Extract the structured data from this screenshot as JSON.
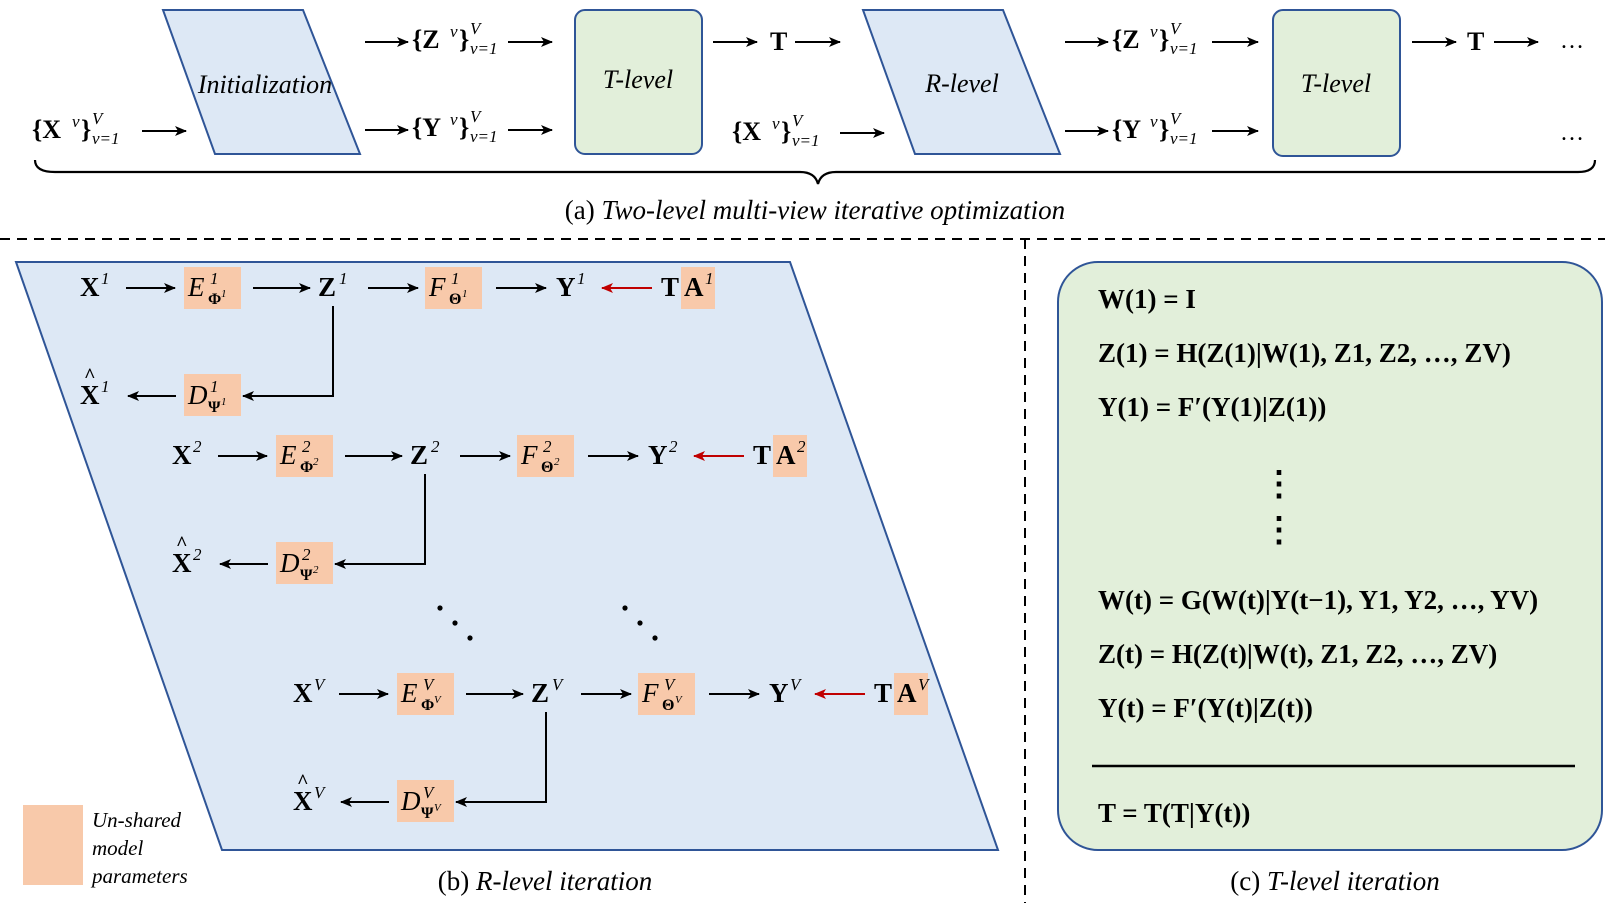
{
  "colors": {
    "blue_fill": "#dde8f5",
    "blue_stroke": "#2f5597",
    "green_fill": "#e2efda",
    "orange_fill": "#f8c9aa",
    "red_arrow": "#c00000"
  },
  "part_a": {
    "caption_prefix": "(a)",
    "caption": "Two-level multi-view iterative optimization",
    "init_label": "Initialization",
    "r_level_label": "R-level",
    "t_level_label": "T-level",
    "T_symbol": "T",
    "Z_set": "{Zv}V v=1",
    "Y_set": "{Yv}V v=1",
    "X_set": "{Xv}V v=1",
    "ellipsis": "…"
  },
  "part_b": {
    "caption_prefix": "(b)",
    "caption": "R-level iteration",
    "legend_lines": [
      "Un-shared",
      "model",
      "parameters"
    ],
    "view_sups": [
      "1",
      "2",
      "V"
    ],
    "enc_symbol": "E",
    "dec_symbol": "D",
    "f_symbol": "F",
    "phi": "Φ",
    "psi": "Ψ",
    "theta": "Θ",
    "X": "X",
    "Z": "Z",
    "Y": "Y",
    "TA_T": "T",
    "TA_A": "A",
    "dots": "⋮"
  },
  "part_c": {
    "caption_prefix": "(c)",
    "caption": "T-level iteration",
    "eq_W1": "W(1) = I",
    "eq_Z1": "Z(1) = H(Z(1)|W(1), Z1, Z2, …, ZV)",
    "eq_Y1": "Y(1) = F′(Y(1)|Z(1))",
    "eq_Wt": "W(t) = G(W(t)|Y(t−1), Y1, Y2, …, YV)",
    "eq_Zt": "Z(t) = H(Z(t)|W(t), Z1, Z2, …, ZV)",
    "eq_Yt": "Y(t) = F′(Y(t)|Z(t))",
    "eq_T": "T = T(T|Y(t))"
  }
}
